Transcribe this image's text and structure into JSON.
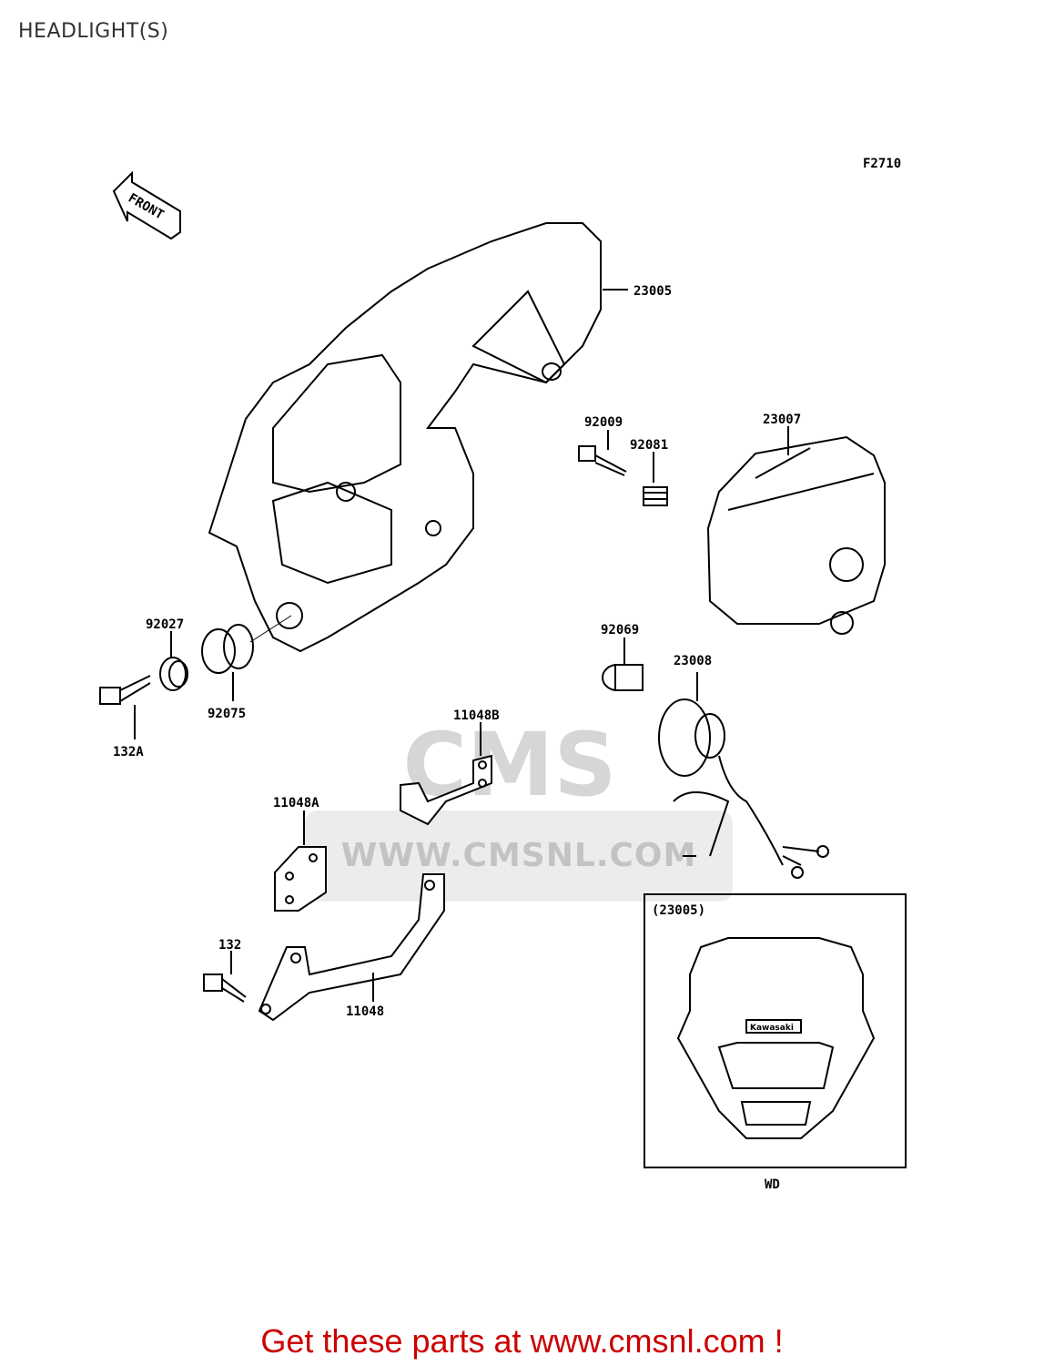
{
  "page": {
    "title": "HEADLIGHT(S)"
  },
  "diagram": {
    "figure_code": "F2710",
    "front_arrow_label": "FRONT",
    "parts": {
      "p23005": "23005",
      "p23007": "23007",
      "p92009": "92009",
      "p92081": "92081",
      "p92027": "92027",
      "p92075": "92075",
      "p132A": "132A",
      "p92069": "92069",
      "p23008": "23008",
      "p11048B": "11048B",
      "p11048A": "11048A",
      "p132": "132",
      "p11048": "11048"
    },
    "inset": {
      "ref": "(23005)",
      "variant": "WD",
      "badge_text": "Kawasaki"
    }
  },
  "watermark": {
    "logo_text": "CMS",
    "url_text": "WWW.CMSNL.COM"
  },
  "footer": {
    "text": "Get these parts at www.cmsnl.com !"
  }
}
